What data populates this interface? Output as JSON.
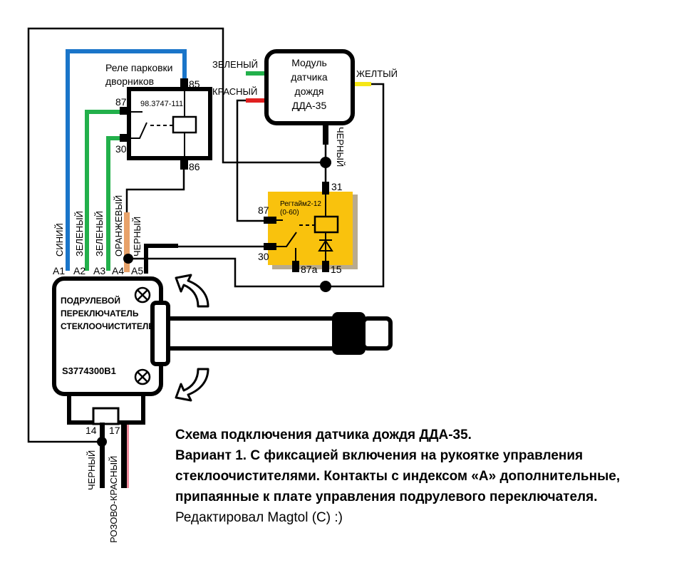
{
  "colors": {
    "blue": "#1a75c9",
    "green": "#22b04b",
    "orange": "#e8a26a",
    "red": "#e02020",
    "yellow": "#f5e616",
    "relay_fill": "#f9c20d",
    "relay_shadow": "#b8aa8e",
    "pink_stripe": "#f08a9c"
  },
  "relay1": {
    "title_line1": "Реле парковки",
    "title_line2": "дворников",
    "model": "98.3747-111",
    "pin85": "85",
    "pin87": "87",
    "pin30": "30",
    "pin86": "86"
  },
  "module": {
    "line1": "Модуль",
    "line2": "датчика",
    "line3": "дождя",
    "line4": "ДДА-35",
    "wire_green": "ЗЕЛЕНЫЙ",
    "wire_red": "КРАСНЫЙ",
    "wire_yellow": "ЖЕЛТЫЙ",
    "wire_black": "ЧЕРНЫЙ"
  },
  "relay2": {
    "name": "Регтайм2-12",
    "range": "(0-60)",
    "pin31": "31",
    "pin87": "87",
    "pin30": "30",
    "pin87a": "87а",
    "pin15": "15"
  },
  "switch_unit": {
    "line1": "ПОДРУЛЕВОЙ",
    "line2": "ПЕРЕКЛЮЧАТЕЛЬ",
    "line3": "СТЕКЛООЧИСТИТЕЛЕЙ",
    "part_no": "S3774300B1",
    "pin14": "14",
    "pin17": "17"
  },
  "contacts": {
    "A1": {
      "pin": "A1",
      "wire": "СИНИЙ"
    },
    "A2": {
      "pin": "A2",
      "wire": "ЗЕЛЕНЫЙ"
    },
    "A3": {
      "pin": "A3",
      "wire": "ЗЕЛЕНЫЙ"
    },
    "A4": {
      "pin": "A4",
      "wire": "ОРАНЖЕВЫЙ"
    },
    "A5": {
      "pin": "A5",
      "wire": "ЧЕРНЫЙ"
    }
  },
  "bottom_wires": {
    "black": "ЧЕРНЫЙ",
    "pink_red": "РОЗОВО-КРАСНЫЙ"
  },
  "caption": {
    "line1": "Схема подключения датчика дождя ДДА-35.",
    "line2": "Вариант 1. С фиксацией включения на рукоятке управления",
    "line3": "стеклоочистителями. Контакты с индексом «А» дополнительные,",
    "line4": "припаянные к плате управления подрулевого переключателя.",
    "line5": "Редактировал Magtol (C) :)"
  }
}
